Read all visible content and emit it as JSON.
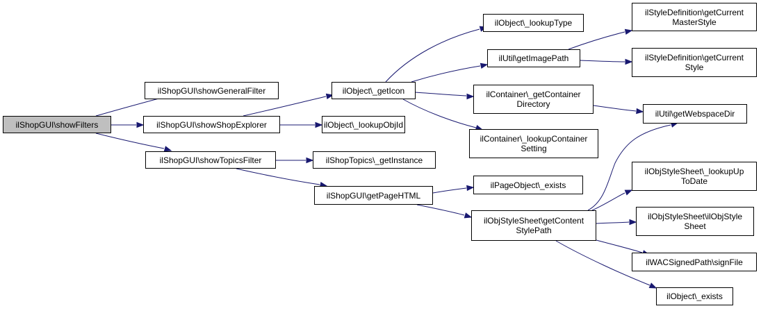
{
  "colors": {
    "edge": "#191970",
    "root_fill": "#bfbfbf",
    "node_fill": "#ffffff",
    "border": "#000000"
  },
  "nodes": {
    "root": {
      "lines": [
        "ilShopGUI\\showFilters"
      ]
    },
    "show_general_filter": {
      "lines": [
        "ilShopGUI\\showGeneralFilter"
      ]
    },
    "show_shop_explorer": {
      "lines": [
        "ilShopGUI\\showShopExplorer"
      ]
    },
    "show_topics_filter": {
      "lines": [
        "ilShopGUI\\showTopicsFilter"
      ]
    },
    "get_icon": {
      "lines": [
        "ilObject\\_getIcon"
      ]
    },
    "lookup_obj_id": {
      "lines": [
        "ilObject\\_lookupObjId"
      ]
    },
    "shop_topics_instance": {
      "lines": [
        "ilShopTopics\\_getInstance"
      ]
    },
    "get_page_html": {
      "lines": [
        "ilShopGUI\\getPageHTML"
      ]
    },
    "lookup_type": {
      "lines": [
        "ilObject\\_lookupType"
      ]
    },
    "get_image_path": {
      "lines": [
        "ilUtil\\getImagePath"
      ]
    },
    "container_directory": {
      "lines": [
        "ilContainer\\_getContainer",
        "Directory"
      ]
    },
    "container_setting": {
      "lines": [
        "ilContainer\\_lookupContainer",
        "Setting"
      ]
    },
    "page_object_exists": {
      "lines": [
        "ilPageObject\\_exists"
      ]
    },
    "content_style_path": {
      "lines": [
        "ilObjStyleSheet\\getContent",
        "StylePath"
      ]
    },
    "master_style": {
      "lines": [
        "ilStyleDefinition\\getCurrent",
        "MasterStyle"
      ]
    },
    "current_style": {
      "lines": [
        "ilStyleDefinition\\getCurrent",
        "Style"
      ]
    },
    "webspace_dir": {
      "lines": [
        "ilUtil\\getWebspaceDir"
      ]
    },
    "lookup_up_to_date": {
      "lines": [
        "ilObjStyleSheet\\_lookupUp",
        "ToDate"
      ]
    },
    "obj_style_sheet": {
      "lines": [
        "ilObjStyleSheet\\ilObjStyle",
        "Sheet"
      ]
    },
    "sign_file": {
      "lines": [
        "ilWACSignedPath\\signFile"
      ]
    },
    "object_exists": {
      "lines": [
        "ilObject\\_exists"
      ]
    }
  }
}
